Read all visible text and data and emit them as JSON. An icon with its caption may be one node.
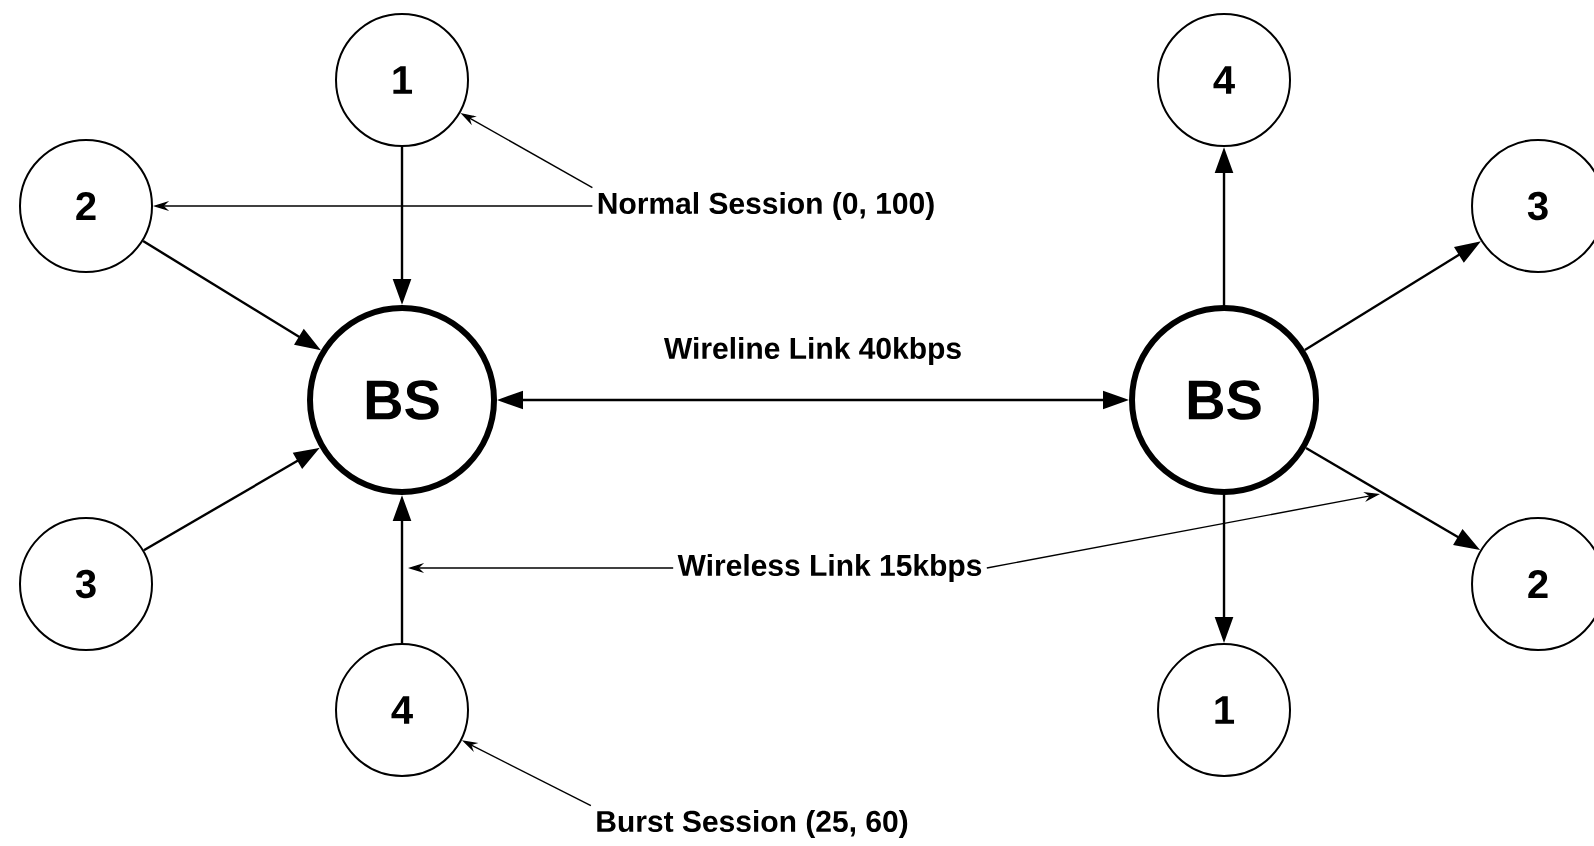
{
  "diagram": {
    "nodes": [
      {
        "text": [
          "1"
        ]
      },
      {
        "text": [
          "2"
        ]
      },
      {
        "text": [
          "BS"
        ]
      },
      {
        "text": [
          "3"
        ]
      },
      {
        "text": [
          "4"
        ]
      },
      {
        "text": [
          "4"
        ]
      },
      {
        "text": [
          "3"
        ]
      },
      {
        "text": [
          "BS"
        ]
      },
      {
        "text": [
          "2"
        ]
      },
      {
        "text": [
          "1"
        ]
      },
      {
        "text": [
          "Normal Session (0, 100)"
        ]
      },
      {
        "text": [
          "Wireless Link 15kbps"
        ]
      },
      {
        "text": [
          "Burst Session (25, 60)"
        ]
      }
    ],
    "edges": [
      {
        "from": 0,
        "to": 2,
        "arrow": "to"
      },
      {
        "from": 1,
        "to": 2,
        "arrow": "to"
      },
      {
        "from": 3,
        "to": 2,
        "arrow": "to"
      },
      {
        "from": 4,
        "to": 2,
        "arrow": "to"
      },
      {
        "from": 2,
        "to": 7,
        "arrow": "both",
        "label": "Wireline Link 40kbps"
      },
      {
        "from": 7,
        "to": 5,
        "arrow": "to"
      },
      {
        "from": 7,
        "to": 6,
        "arrow": "to"
      },
      {
        "from": 7,
        "to": 8,
        "arrow": "to"
      },
      {
        "from": 7,
        "to": 9,
        "arrow": "to"
      },
      {
        "from": 10,
        "to": 0,
        "arrow": "to"
      },
      {
        "from": 10,
        "to": 1,
        "arrow": "to"
      },
      {
        "from": 11,
        "to": null,
        "arrow": "to"
      },
      {
        "from": 11,
        "to": null,
        "arrow": "to"
      },
      {
        "from": 12,
        "to": 4,
        "arrow": "to"
      }
    ]
  }
}
